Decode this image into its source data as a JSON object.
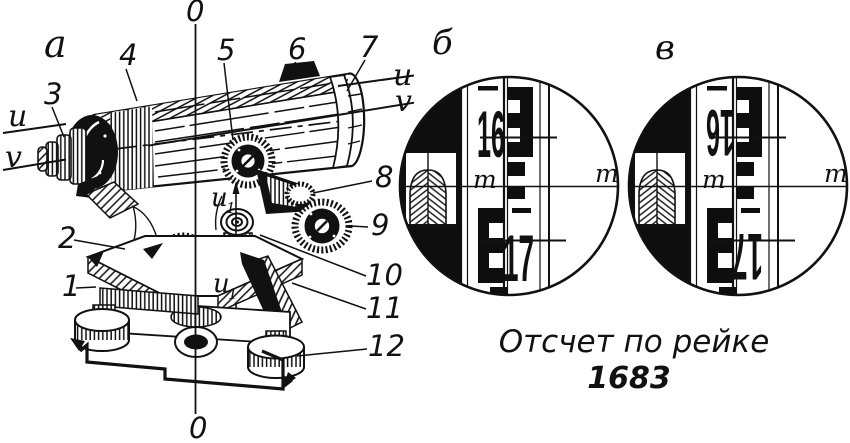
{
  "panel_a": {
    "label": "а",
    "plumb_axis_top": "0",
    "plumb_axis_bottom": "0",
    "sight_axis_left": "u",
    "level_axis_left": "v",
    "sight_axis_right": "u",
    "level_axis_right": "v",
    "vertical_axis_upper": "u",
    "vertical_axis_upper_sub": "1",
    "vertical_axis_lower": "u",
    "vertical_axis_lower_sub": "1",
    "parts": [
      "1",
      "2",
      "3",
      "4",
      "5",
      "6",
      "7",
      "8",
      "9",
      "10",
      "11",
      "12"
    ]
  },
  "panel_b": {
    "label": "б",
    "staff_number_upper": "16",
    "staff_number_lower": "17",
    "meter_mark_staff": "m",
    "meter_mark_field": "m"
  },
  "panel_v": {
    "label": "в",
    "staff_number_upper": "16",
    "staff_number_lower": "17",
    "meter_mark_staff": "m",
    "meter_mark_field": "m"
  },
  "caption": {
    "line1": "Отсчет по рейке",
    "line2": "1683"
  },
  "colors": {
    "ink": "#111111",
    "paper": "#ffffff"
  }
}
